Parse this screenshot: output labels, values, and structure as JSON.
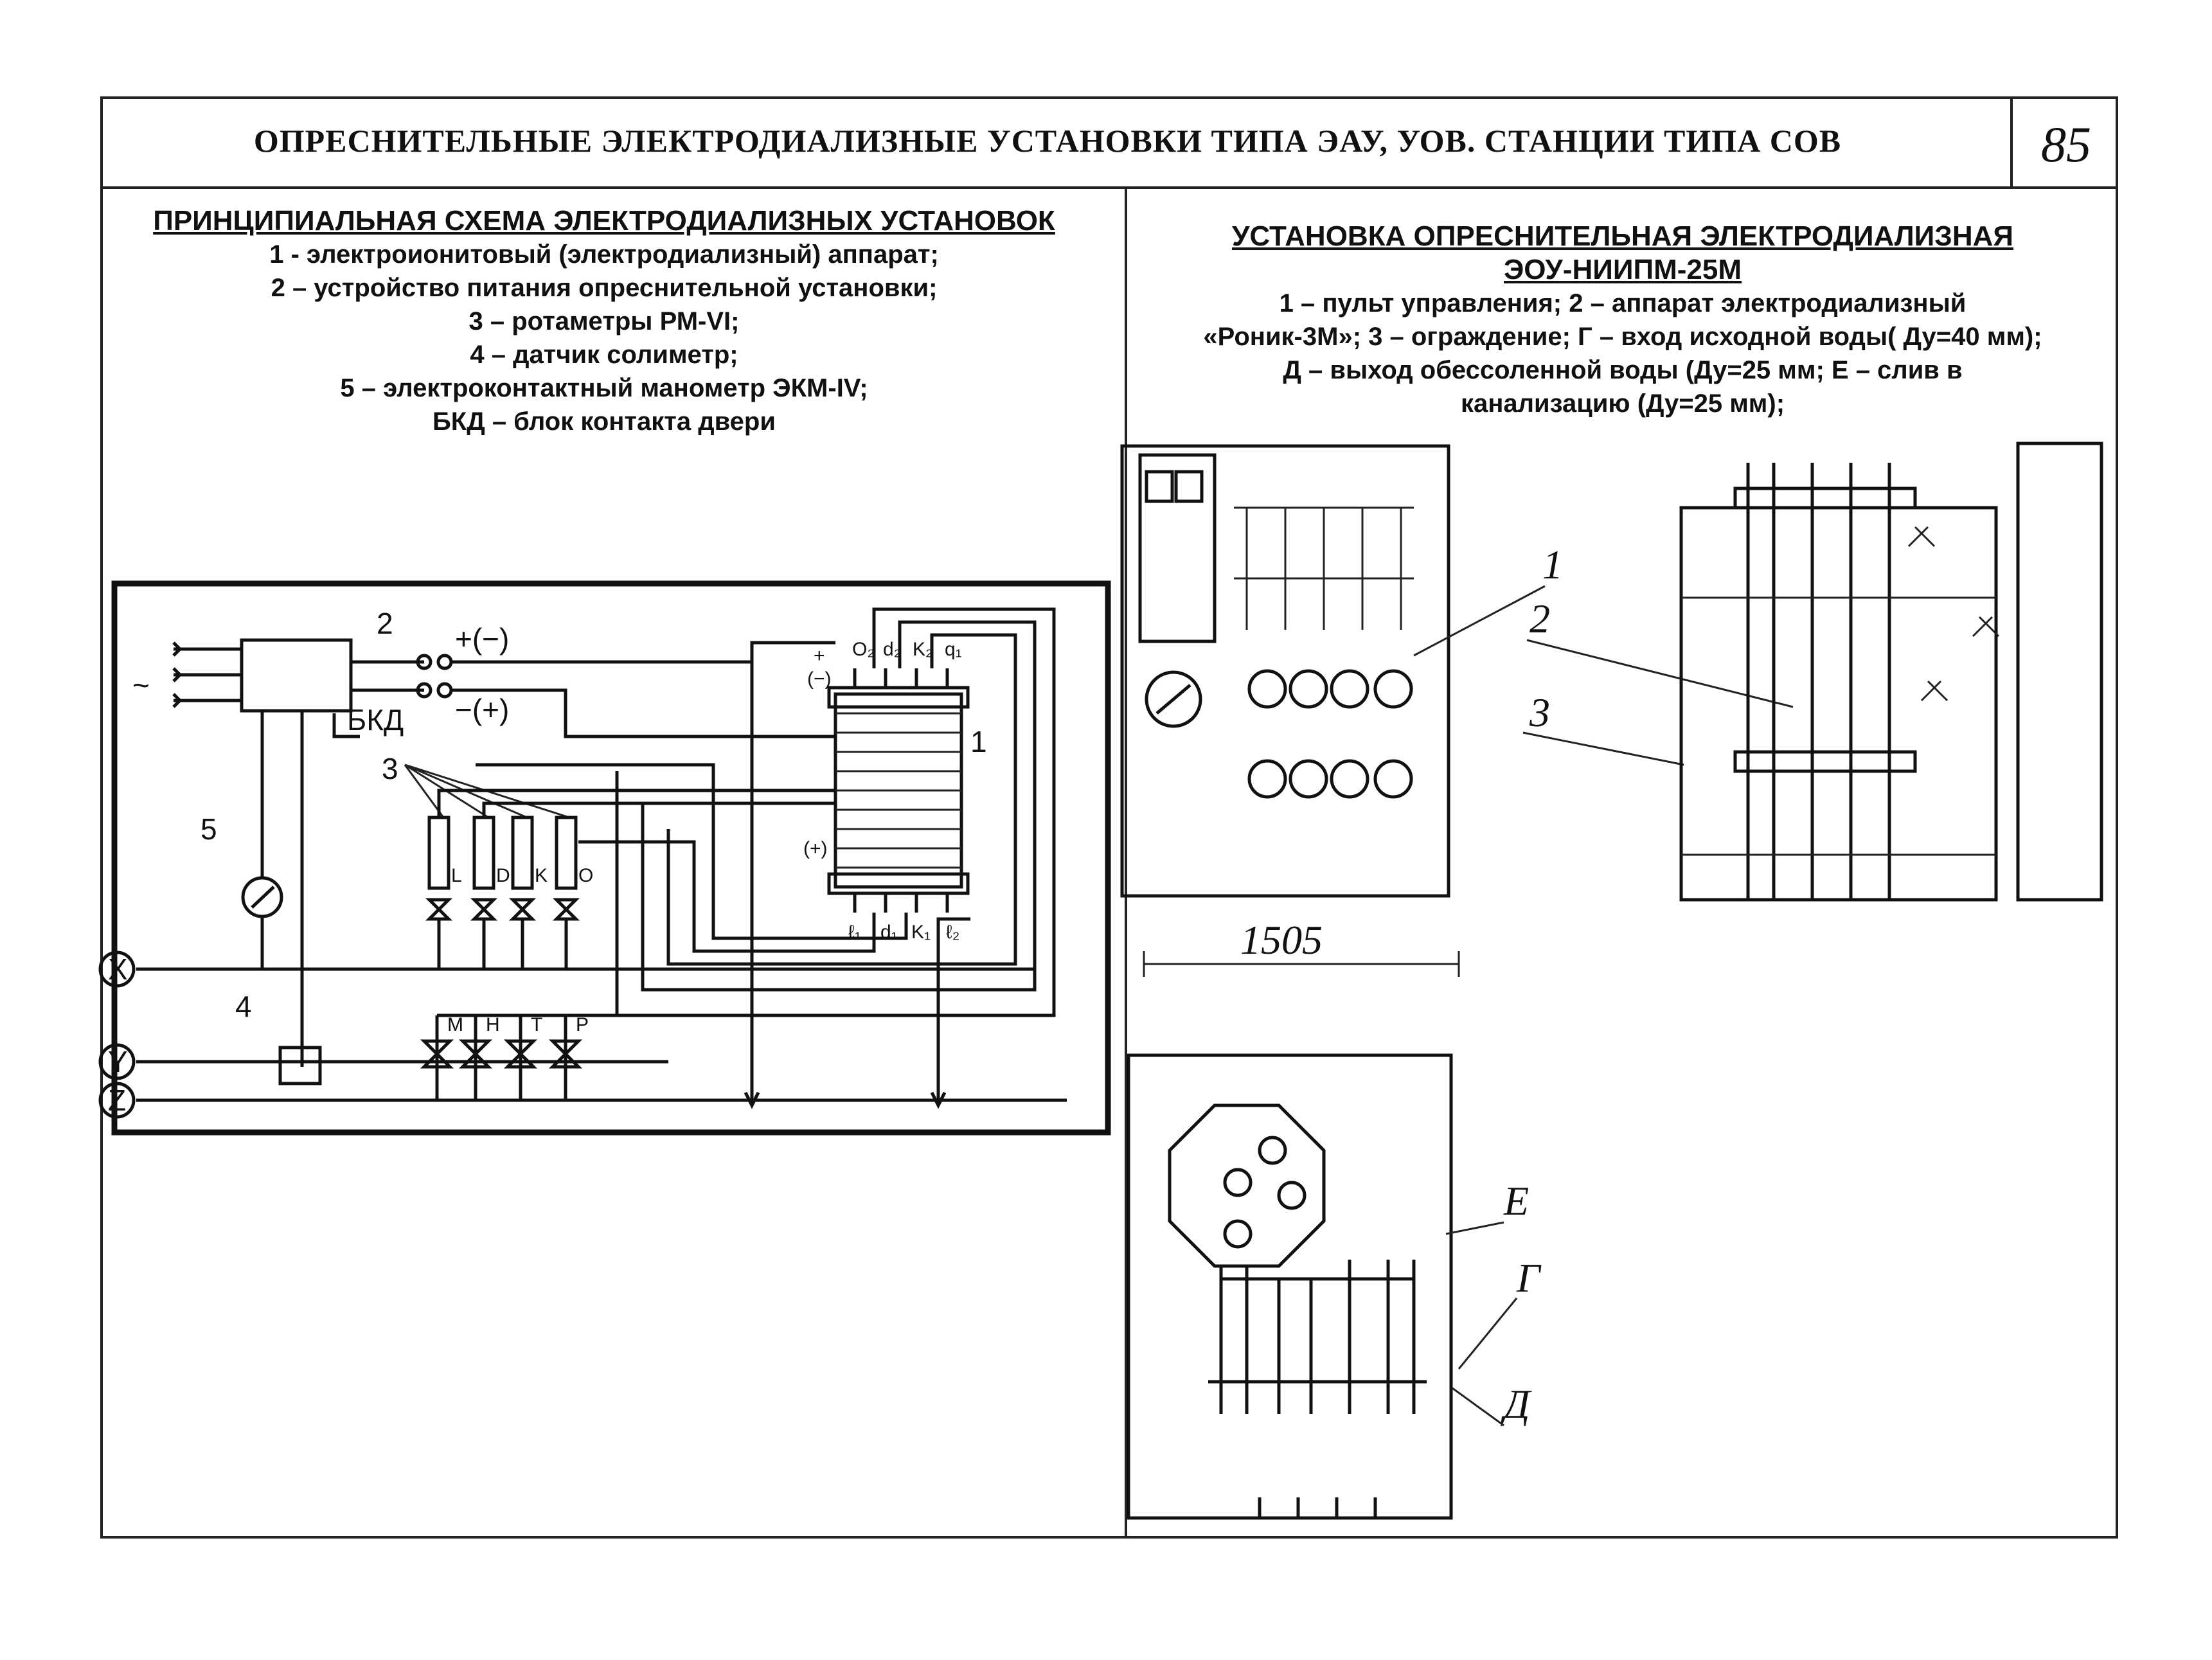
{
  "header": {
    "title": "ОПРЕСНИТЕЛЬНЫЕ ЭЛЕКТРОДИАЛИЗНЫЕ УСТАНОВКИ ТИПА ЭАУ, УОВ.   СТАНЦИИ ТИПА СОВ",
    "page_number": "85"
  },
  "left": {
    "title": "ПРИНЦИПИАЛЬНАЯ СХЕМА ЭЛЕКТРОДИАЛИЗНЫХ УСТАНОВОК",
    "legend": [
      "1 - электроионитовый (электродиализный) аппарат;",
      "2 – устройство питания опреснительной установки;",
      "3 – ротаметры РМ-VI;",
      "4 – датчик солиметр;",
      "5 – электроконтактный манометр ЭКМ-IV;",
      "БКД – блок контакта двери"
    ],
    "diagram_labels": {
      "n1": "1",
      "n2": "2",
      "n3": "3",
      "n4": "4",
      "n5": "5",
      "bkd": "БКД",
      "plus_minus": "+(−)",
      "minus_plus": "−(+)",
      "tilde": "~",
      "x": "X",
      "y": "Y",
      "z": "Z",
      "rot_l": "L",
      "rot_d": "D",
      "rot_k": "K",
      "rot_o": "O",
      "valve_m": "M",
      "valve_n": "H",
      "valve_t": "T",
      "valve_r": "P",
      "top_o2": "O₂",
      "top_d2": "d₂",
      "top_k2": "K₂",
      "top_q1": "q₁",
      "bot_l1": "ℓ₁",
      "bot_d1": "d₁",
      "bot_k1": "K₁",
      "bot_l2": "ℓ₂",
      "plus": "+",
      "minus_paren": "(−)",
      "minus_plus2": "(+)"
    }
  },
  "right": {
    "title_line1": "УСТАНОВКА ОПРЕСНИТЕЛЬНАЯ ЭЛЕКТРОДИАЛИЗНАЯ",
    "title_line2": "ЭОУ-НИИПМ-25М",
    "legend": [
      "1 – пульт управления; 2 – аппарат электродиализный",
      "«Роник-3М»; 3 – ограждение; Г – вход исходной воды( Ду=40 мм);",
      "Д – выход обессоленной воды (Ду=25 мм; Е – слив в",
      "канализацию (Ду=25 мм);"
    ],
    "labels": {
      "n1": "1",
      "n2": "2",
      "n3": "3",
      "dim": "1505",
      "e": "Е",
      "g": "Г",
      "d": "Д"
    }
  }
}
